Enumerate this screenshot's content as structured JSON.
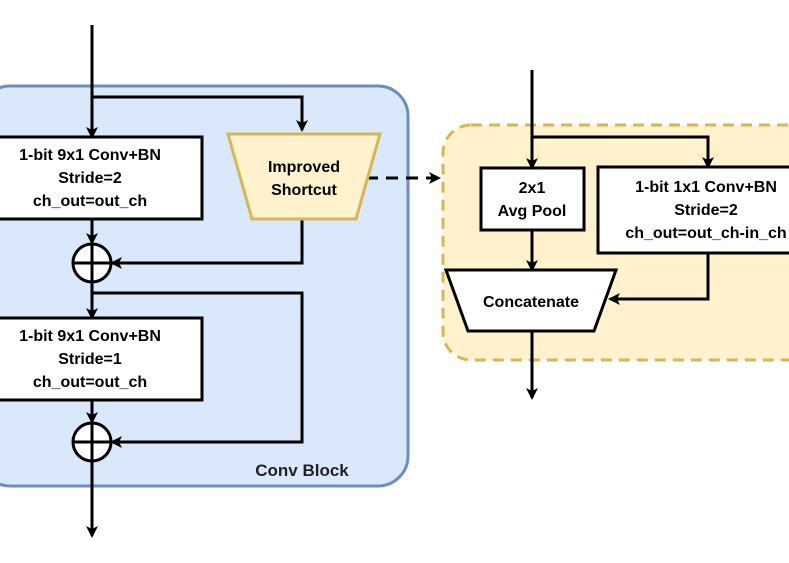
{
  "conv_block": {
    "title": "Conv Block",
    "conv1": {
      "line1": "1-bit 9x1 Conv+BN",
      "line2": "Stride=2",
      "line3": "ch_out=out_ch"
    },
    "conv2": {
      "line1": "1-bit 9x1 Conv+BN",
      "line2": "Stride=1",
      "line3": "ch_out=out_ch"
    },
    "shortcut": {
      "line1": "Improved",
      "line2": "Shortcut"
    }
  },
  "shortcut_detail": {
    "avg_pool": {
      "line1": "2x1",
      "line2": "Avg Pool"
    },
    "conv": {
      "line1": "1-bit 1x1 Conv+BN",
      "line2": "Stride=2",
      "line3": "ch_out=out_ch-in_ch"
    },
    "concat": {
      "label": "Concatenate"
    }
  },
  "colors": {
    "conv_block_fill": "#dae8fc",
    "conv_block_stroke": "#6c8ebf",
    "shortcut_fill": "#fff2cc",
    "shortcut_stroke": "#d6b656",
    "shortcut_detail_fill": "#fff2cc",
    "shortcut_detail_stroke": "#d6b656",
    "line": "#000000"
  }
}
